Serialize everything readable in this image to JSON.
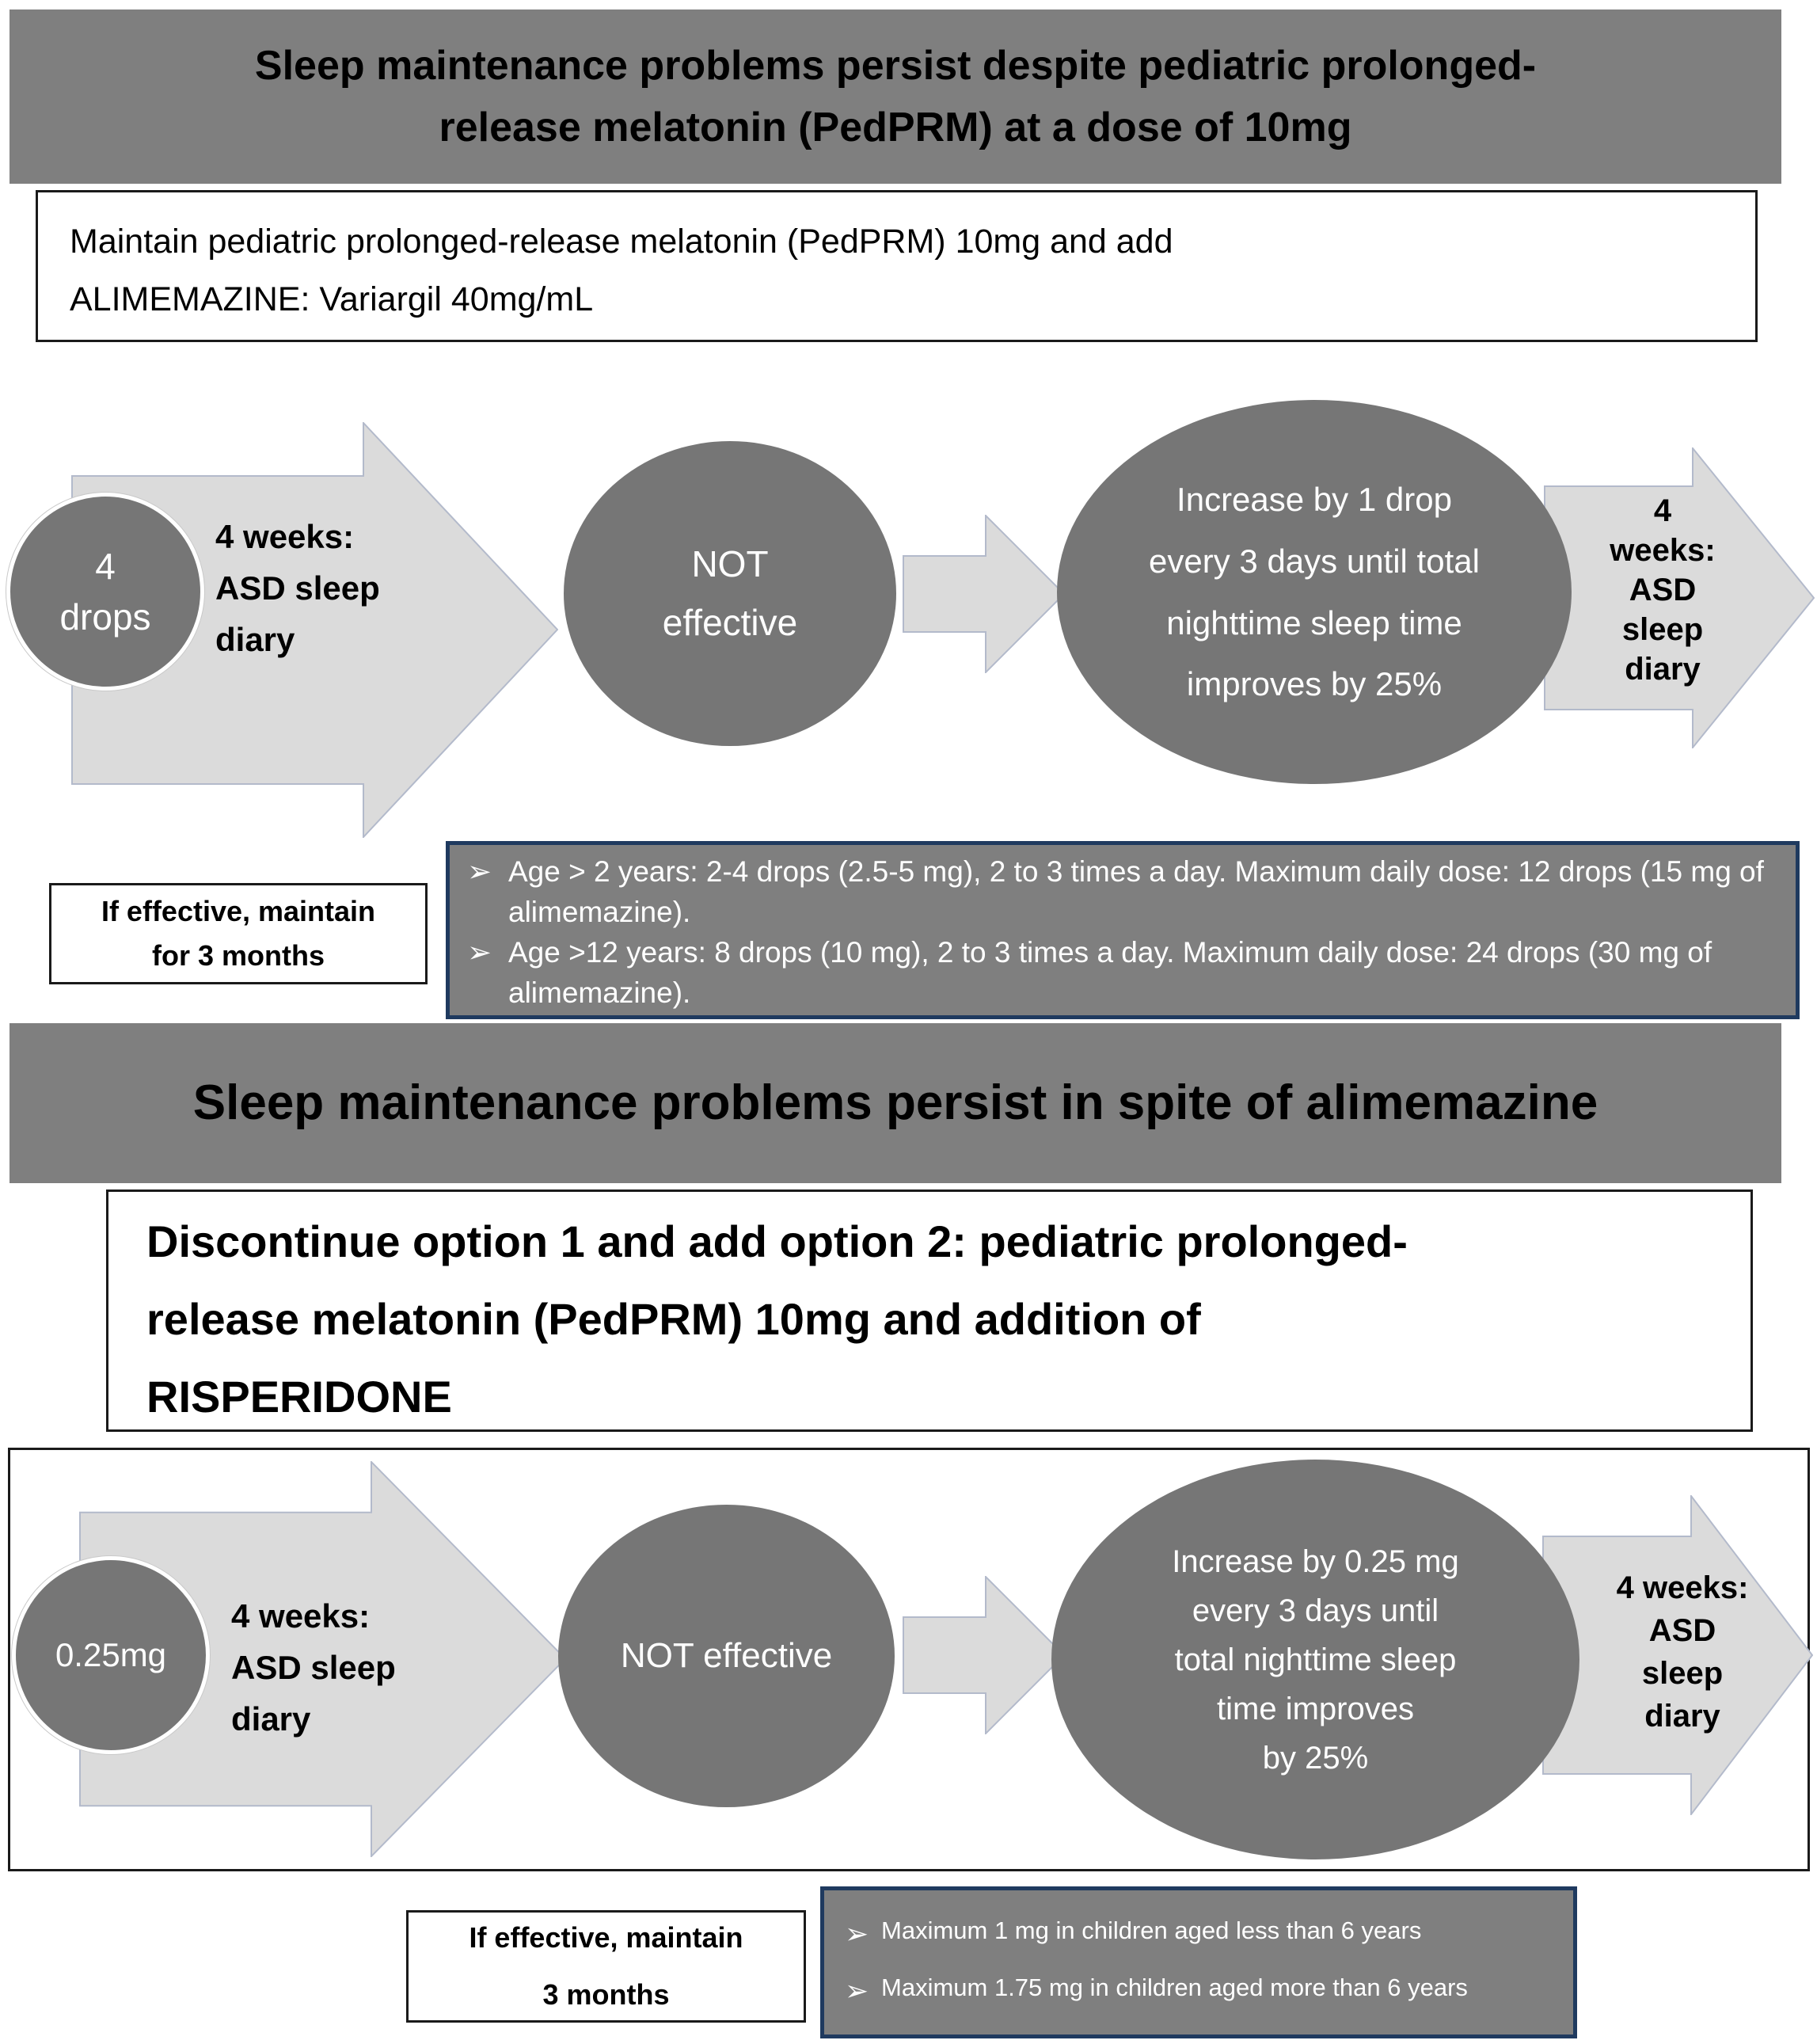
{
  "colors": {
    "banner_bg": "#7F7F7F",
    "shape_fill": "#767676",
    "arrow_fill": "#DBDBDB",
    "arrow_stroke": "#B3BACB",
    "notes_bg": "#7F7F7F",
    "notes_border": "#1F3A5F",
    "box_border": "#1A1A1A",
    "text_dark": "#000000",
    "text_light": "#FFFFFF"
  },
  "icons": {
    "bullet": "➢"
  },
  "section1": {
    "banner": "Sleep maintenance problems persist despite pediatric prolonged-\nrelease melatonin (PedPRM) at a dose of 10mg",
    "instruction": "Maintain pediatric prolonged-release melatonin (PedPRM) 10mg and add\nALIMEMAZINE: Variargil 40mg/mL",
    "flow": {
      "start_dose": "4\ndrops",
      "monitor1": "4 weeks:\nASD sleep\ndiary",
      "outcome": "NOT\neffective",
      "titration": "Increase by 1 drop\nevery 3 days until total\nnighttime sleep time\nimproves by 25%",
      "monitor2": "4\nweeks:\nASD\nsleep\ndiary"
    },
    "maintain": "If effective, maintain\nfor 3 months",
    "notes": [
      "Age > 2 years: 2-4 drops (2.5-5 mg), 2 to 3 times a day. Maximum daily dose: 12 drops (15 mg of alimemazine).",
      "Age >12 years: 8 drops (10 mg), 2 to 3 times a day. Maximum daily dose: 24 drops (30 mg of alimemazine)."
    ]
  },
  "section2": {
    "banner": "Sleep maintenance problems persist in spite of alimemazine",
    "instruction": "Discontinue option 1 and add option 2: pediatric prolonged-\nrelease melatonin (PedPRM) 10mg and addition of\nRISPERIDONE",
    "flow": {
      "start_dose": "0.25mg",
      "monitor1": "4 weeks:\nASD sleep\ndiary",
      "outcome": "NOT effective",
      "titration": "Increase by 0.25 mg\nevery 3 days until\ntotal nighttime sleep\ntime improves\nby 25%",
      "monitor2": "4 weeks:\nASD\nsleep\ndiary"
    },
    "maintain": "If effective, maintain\n3 months",
    "notes": [
      "Maximum 1 mg in children aged less than 6 years",
      "Maximum 1.75 mg in children aged more than 6 years"
    ]
  }
}
